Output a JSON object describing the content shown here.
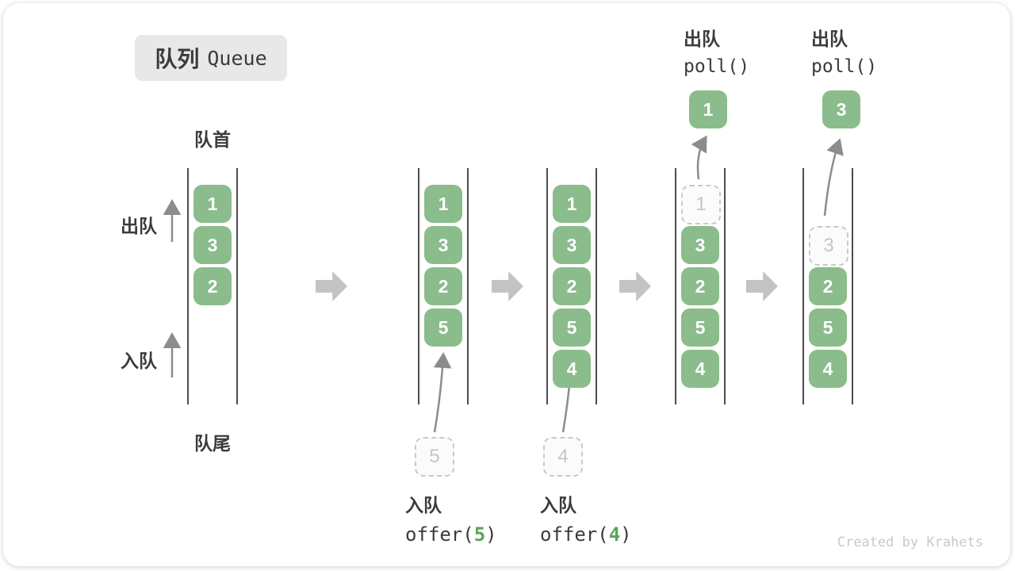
{
  "title": {
    "zh": "队列",
    "en": "Queue"
  },
  "side_labels": {
    "front": "队首",
    "rear": "队尾",
    "dequeue": "出队",
    "enqueue": "入队"
  },
  "credit": "Created by Krahets",
  "colors": {
    "block_green": "#8bbc8b",
    "block_text": "#ffffff",
    "accent_green": "#5ba55b",
    "dark_text": "#3b3b3b",
    "queue_line": "#4d4d4d",
    "big_arrow_gray": "#c3c3c3",
    "thin_arrow_gray": "#8c8c8c",
    "dashed_border": "#c9c9c9",
    "dashed_text": "#c5c5c5",
    "title_bg": "#e8e8e8",
    "credit_gray": "#c9c9c9"
  },
  "states": [
    {
      "name": "initial",
      "cells": [
        {
          "slot": 0,
          "value": "1",
          "style": "solid"
        },
        {
          "slot": 1,
          "value": "3",
          "style": "solid"
        },
        {
          "slot": 2,
          "value": "2",
          "style": "solid"
        }
      ]
    },
    {
      "name": "after-offer-5",
      "cells": [
        {
          "slot": 0,
          "value": "1",
          "style": "solid"
        },
        {
          "slot": 1,
          "value": "3",
          "style": "solid"
        },
        {
          "slot": 2,
          "value": "2",
          "style": "solid"
        },
        {
          "slot": 3,
          "value": "5",
          "style": "solid"
        }
      ],
      "incoming": {
        "value": "5"
      },
      "caption": {
        "label": "入队",
        "code_before": "offer(",
        "code_arg": "5",
        "code_after": ")"
      }
    },
    {
      "name": "after-offer-4",
      "cells": [
        {
          "slot": 0,
          "value": "1",
          "style": "solid"
        },
        {
          "slot": 1,
          "value": "3",
          "style": "solid"
        },
        {
          "slot": 2,
          "value": "2",
          "style": "solid"
        },
        {
          "slot": 3,
          "value": "5",
          "style": "solid"
        },
        {
          "slot": 4,
          "value": "4",
          "style": "solid"
        }
      ],
      "incoming": {
        "value": "4"
      },
      "caption": {
        "label": "入队",
        "code_before": "offer(",
        "code_arg": "4",
        "code_after": ")"
      }
    },
    {
      "name": "after-poll-1",
      "cells": [
        {
          "slot": 0,
          "value": "1",
          "style": "dashed"
        },
        {
          "slot": 1,
          "value": "3",
          "style": "solid"
        },
        {
          "slot": 2,
          "value": "2",
          "style": "solid"
        },
        {
          "slot": 3,
          "value": "5",
          "style": "solid"
        },
        {
          "slot": 4,
          "value": "4",
          "style": "solid"
        }
      ],
      "outgoing": {
        "value": "1"
      },
      "header": {
        "label": "出队",
        "code": "poll()"
      }
    },
    {
      "name": "after-poll-3",
      "cells": [
        {
          "slot": 1,
          "value": "3",
          "style": "dashed"
        },
        {
          "slot": 2,
          "value": "2",
          "style": "solid"
        },
        {
          "slot": 3,
          "value": "5",
          "style": "solid"
        },
        {
          "slot": 4,
          "value": "4",
          "style": "solid"
        }
      ],
      "outgoing": {
        "value": "3"
      },
      "header": {
        "label": "出队",
        "code": "poll()"
      }
    }
  ]
}
